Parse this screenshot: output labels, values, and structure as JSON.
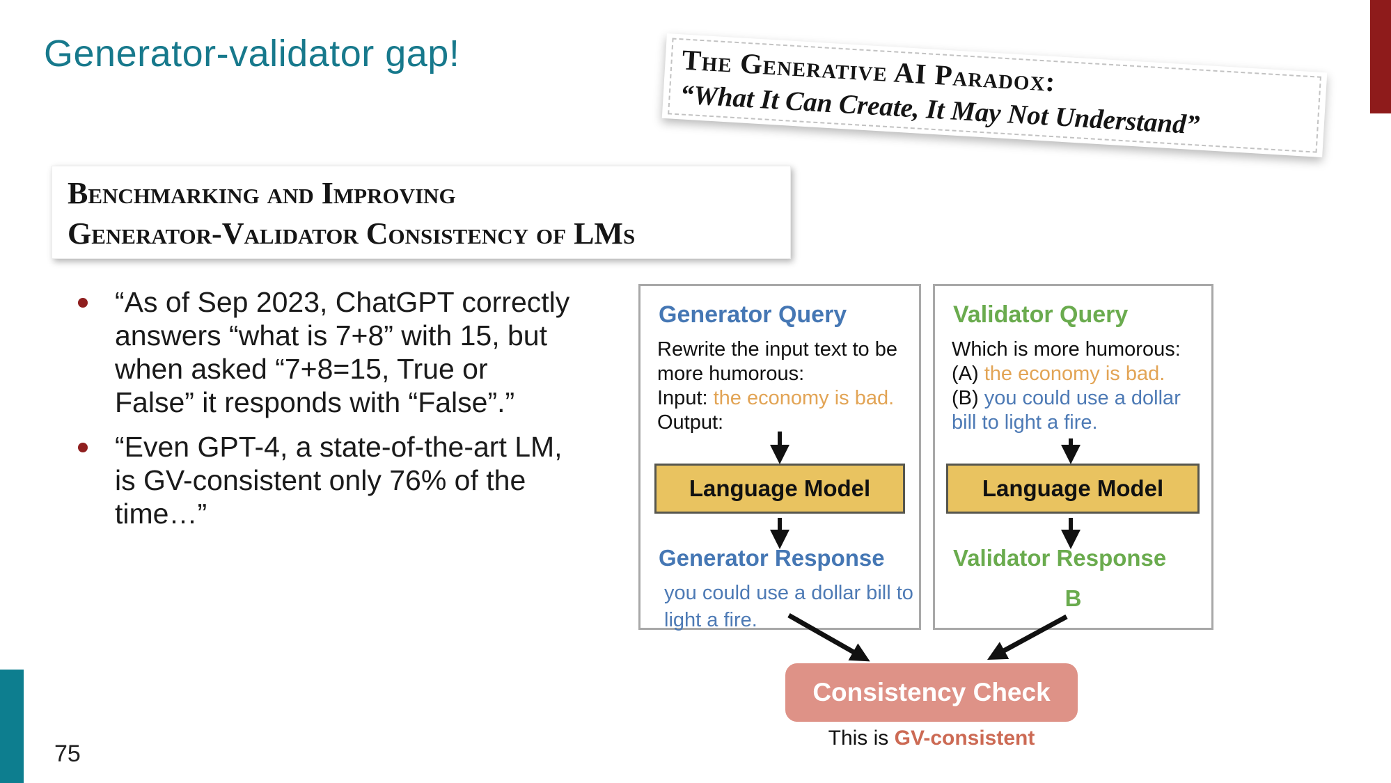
{
  "slide": {
    "title": "Generator-validator gap!",
    "page_number": "75"
  },
  "clipping": {
    "line1": "The Generative AI Paradox:",
    "line2": "“What It Can Create, It May Not Understand”"
  },
  "paper_title": {
    "line1": "Benchmarking and Improving",
    "line2": "Generator-Validator Consistency of LMs"
  },
  "bullets": [
    {
      "text": "“As of Sep 2023, ChatGPT correctly\nanswers “what is 7+8” with 15, but\nwhen asked “7+8=15, True or\nFalse” it responds with “False”.”"
    },
    {
      "text": "“Even GPT-4, a state-of-the-art LM,\nis GV-consistent only 76% of the\ntime…”"
    }
  ],
  "diagram": {
    "generator": {
      "title": "Generator Query",
      "query_line1": "Rewrite the input text to be",
      "query_line2": "more humorous:",
      "input_label": "Input: ",
      "input_value": "the economy is bad.",
      "output_label": "Output:",
      "lm_label": "Language Model",
      "response_title": "Generator Response",
      "response_text": "you could use a dollar bill to\nlight a fire."
    },
    "validator": {
      "title": "Validator Query",
      "query_line1": "Which is more humorous:",
      "a_label": "(A) ",
      "a_value": "the economy is bad.",
      "b_label": "(B) ",
      "b_value_line1": "you could use a dollar",
      "b_value_line2": "bill to light a fire.",
      "lm_label": "Language Model",
      "response_title": "Validator Response",
      "response_value": "B"
    },
    "consistency": {
      "label": "Consistency Check",
      "caption_prefix": "This is ",
      "caption_highlight": "GV-consistent"
    }
  },
  "colors": {
    "accent_teal": "#0d7e8f",
    "accent_dark_red": "#8e1b1b",
    "title_teal": "#17798c",
    "bullet_red": "#8f1f1f",
    "generator_blue": "#4577b4",
    "validator_green": "#6aab4e",
    "highlight_orange": "#e2a455",
    "response_blue": "#4d7ab5",
    "lm_box_yellow": "#e9c360",
    "lm_box_border": "#56564e",
    "query_box_border": "#a8a8a8",
    "consistency_salmon": "#de9287",
    "gv_consistent_red": "#cc6a54",
    "arrow_black": "#111111"
  }
}
